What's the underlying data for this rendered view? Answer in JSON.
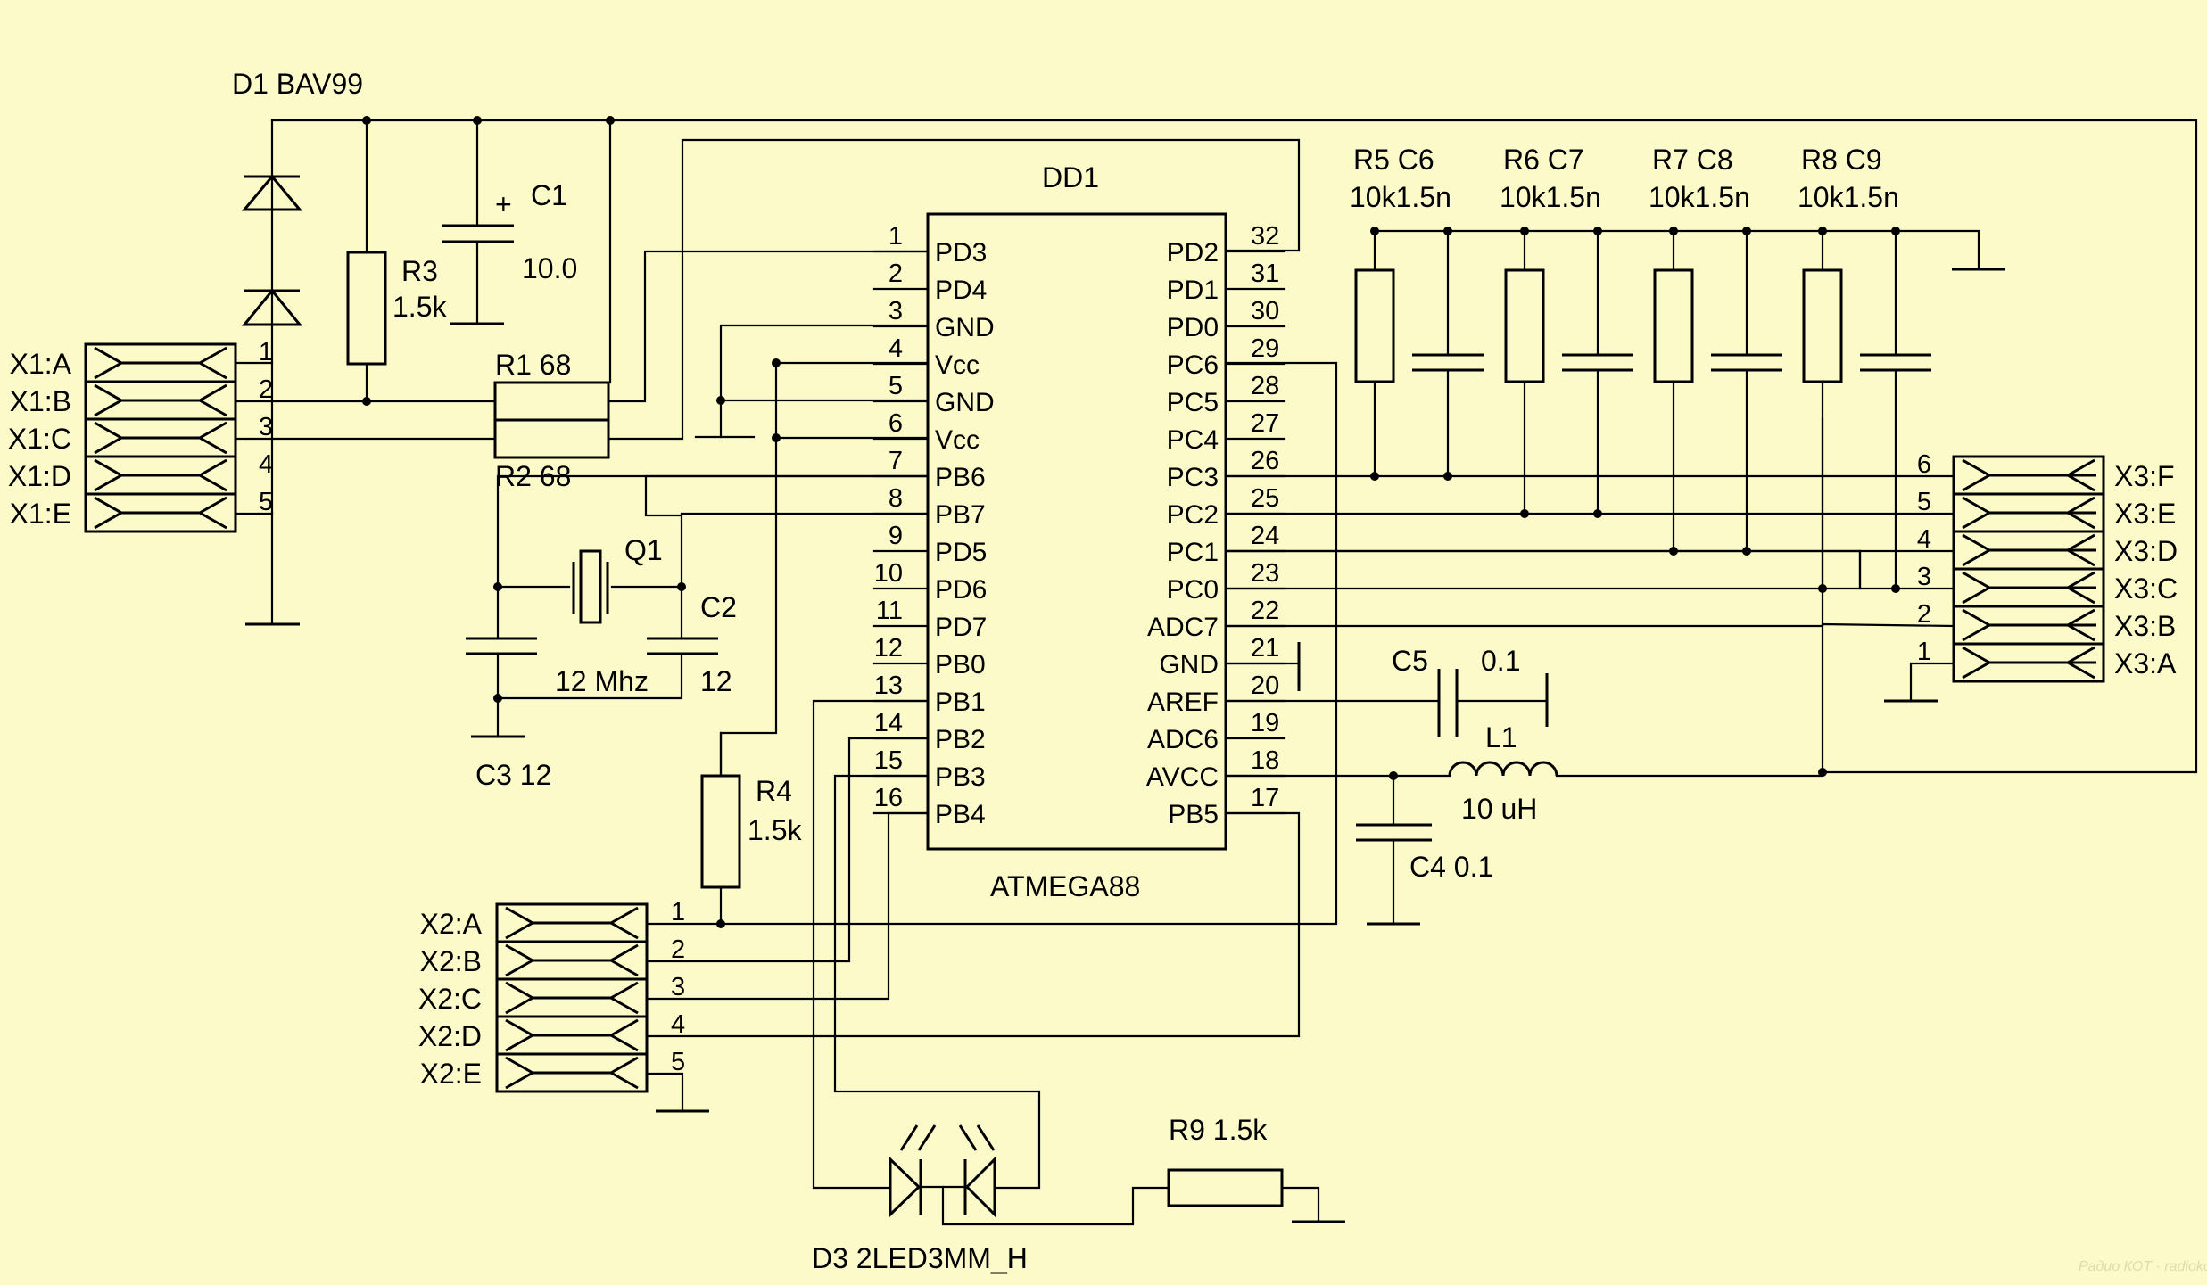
{
  "chip": {
    "ref": "DD1",
    "part": "ATMEGA88"
  },
  "left_pins": [
    {
      "num": "1",
      "name": "PD3"
    },
    {
      "num": "2",
      "name": "PD4"
    },
    {
      "num": "3",
      "name": "GND"
    },
    {
      "num": "4",
      "name": "Vcc"
    },
    {
      "num": "5",
      "name": "GND"
    },
    {
      "num": "6",
      "name": "Vcc"
    },
    {
      "num": "7",
      "name": "PB6"
    },
    {
      "num": "8",
      "name": "PB7"
    },
    {
      "num": "9",
      "name": "PD5"
    },
    {
      "num": "10",
      "name": "PD6"
    },
    {
      "num": "11",
      "name": "PD7"
    },
    {
      "num": "12",
      "name": "PB0"
    },
    {
      "num": "13",
      "name": "PB1"
    },
    {
      "num": "14",
      "name": "PB2"
    },
    {
      "num": "15",
      "name": "PB3"
    },
    {
      "num": "16",
      "name": "PB4"
    }
  ],
  "right_pins": [
    {
      "num": "32",
      "name": "PD2"
    },
    {
      "num": "31",
      "name": "PD1"
    },
    {
      "num": "30",
      "name": "PD0"
    },
    {
      "num": "29",
      "name": "PC6"
    },
    {
      "num": "28",
      "name": "PC5"
    },
    {
      "num": "27",
      "name": "PC4"
    },
    {
      "num": "26",
      "name": "PC3"
    },
    {
      "num": "25",
      "name": "PC2"
    },
    {
      "num": "24",
      "name": "PC1"
    },
    {
      "num": "23",
      "name": "PC0"
    },
    {
      "num": "22",
      "name": "ADC7"
    },
    {
      "num": "21",
      "name": "GND"
    },
    {
      "num": "20",
      "name": "AREF"
    },
    {
      "num": "19",
      "name": "ADC6"
    },
    {
      "num": "18",
      "name": "AVCC"
    },
    {
      "num": "17",
      "name": "PB5"
    }
  ],
  "x1": {
    "labels": [
      "X1:A",
      "X1:B",
      "X1:C",
      "X1:D",
      "X1:E"
    ],
    "pins": [
      "1",
      "2",
      "3",
      "4",
      "5"
    ]
  },
  "x2": {
    "labels": [
      "X2:A",
      "X2:B",
      "X2:C",
      "X2:D",
      "X2:E"
    ],
    "pins": [
      "1",
      "2",
      "3",
      "4",
      "5"
    ]
  },
  "x3": {
    "labels": [
      "X3:F",
      "X3:E",
      "X3:D",
      "X3:C",
      "X3:B",
      "X3:A"
    ],
    "pins": [
      "6",
      "5",
      "4",
      "3",
      "2",
      "1"
    ]
  },
  "components": {
    "d1": "D1  BAV99",
    "c1_ref": "C1",
    "c1_val": "10.0",
    "c1_plus": "+",
    "r3_ref": "R3",
    "r3_val": "1.5k",
    "r1": "R1  68",
    "r2": "R2  68",
    "q1": "Q1",
    "c2_ref": "C2",
    "c2_val": "12",
    "crystal": "12 Mhz",
    "c3": "C3  12",
    "r4_ref": "R4",
    "r4_val": "1.5k",
    "rc_top": [
      "R5  C6",
      "R6  C7",
      "R7  C8",
      "R8  C9"
    ],
    "rc_bot": [
      "10k1.5n",
      "10k1.5n",
      "10k1.5n",
      "10k1.5n"
    ],
    "c5_ref": "C5",
    "c5_val": "0.1",
    "l1_ref": "L1",
    "l1_val": "10 uH",
    "c4": "C4  0.1",
    "r9": "R9   1.5k",
    "d3": "D3   2LED3MM_H"
  },
  "watermark": "Радио КОТ · radiokot.ru"
}
